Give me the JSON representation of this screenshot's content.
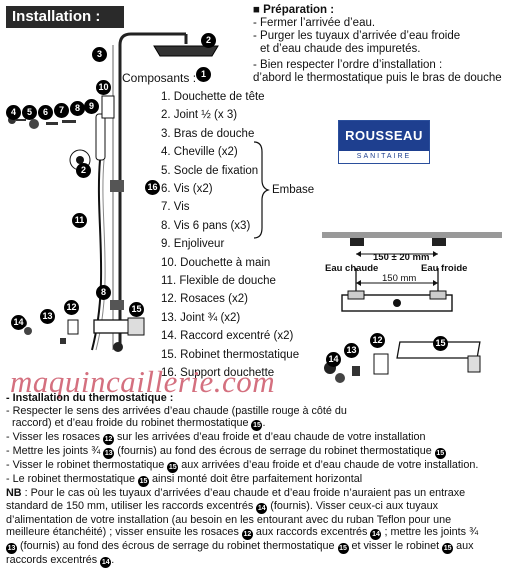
{
  "header": {
    "title": "Installation :"
  },
  "preparation": {
    "title": "Préparation :",
    "lines": [
      "- Fermer l’arrivée d’eau.",
      "- Purger les tuyaux d’arrivée d’eau froide",
      "  et d’eau chaude des impuretés.",
      "- Bien respecter l’ordre d’installation :",
      "d’abord le thermostatique puis le bras de douche"
    ]
  },
  "components": {
    "title": "Composants :",
    "items": [
      "1. Douchette de tête",
      "2. Joint ½ (x 3)",
      "3. Bras de douche",
      "4. Cheville (x2)",
      "5. Socle de fixation",
      "6. Vis (x2)",
      "7. Vis",
      "8. Vis 6 pans (x3)",
      "9. Enjoliveur",
      "10. Douchette à main",
      "11. Flexible de douche",
      "12. Rosaces (x2)",
      "13. Joint ¾ (x2)",
      "14. Raccord excentré (x2)",
      "15. Robinet thermostatique",
      "16. Support douchette"
    ],
    "group_label": "Embase"
  },
  "logo": {
    "brand": "ROUSSEAU",
    "sub": "SANITAIRE"
  },
  "diagram": {
    "spacing_top": "150 ± 20 mm",
    "hot_label": "Eau chaude",
    "cold_label": "Eau froide",
    "spacing_bottom": "150 mm",
    "callouts": [
      "1",
      "2",
      "3",
      "4",
      "5",
      "6",
      "7",
      "8",
      "9",
      "10",
      "11",
      "12",
      "13",
      "14",
      "15",
      "16"
    ]
  },
  "watermark": "maquincaillerie.com",
  "installation": {
    "title": "- Installation du thermostatique :",
    "lines": [
      [
        "- Respecter le sens des arrivées d’eau chaude (pastille rouge à côté du"
      ],
      [
        "  raccord) et d’eau froide du robinet thermostatique ",
        {
          "n": "15"
        },
        "."
      ],
      [
        "- Visser les rosaces ",
        {
          "n": "12"
        },
        " sur les arrivées d’eau froide et d’eau chaude de votre installation"
      ],
      [
        "- Mettre les joints ¾ ",
        {
          "n": "13"
        },
        " (fournis) au fond des écrous de serrage du robinet thermostatique ",
        {
          "n": "15"
        }
      ],
      [
        "- Visser le robinet thermostatique ",
        {
          "n": "15"
        },
        " aux arrivées d’eau froide et d’eau  chaude de votre installation."
      ],
      [
        "- Le robinet thermostatique ",
        {
          "n": "15"
        },
        " ainsi monté doit être parfaitement horizontal"
      ],
      [
        {
          "b": "NB"
        },
        " : Pour le cas où les tuyaux d’arrivées d’eau chaude et d’eau froide n’auraient pas un entraxe"
      ],
      [
        "standard de 150 mm, utiliser les raccords excentrés ",
        {
          "n": "14"
        },
        " (fournis). Visser ceux-ci aux tuyaux"
      ],
      [
        "d’alimentation de votre installation (au besoin en les entourant avec du ruban Teflon pour une"
      ],
      [
        "meilleure étanchéité) ; visser ensuite les rosaces ",
        {
          "n": "12"
        },
        " aux raccords excentrés ",
        {
          "n": "14"
        },
        " ; mettre les joints ¾"
      ],
      [
        {
          "n": "13"
        },
        " (fournis) au fond des écrous de serrage du robinet thermostatique ",
        {
          "n": "15"
        },
        " et visser le robinet ",
        {
          "n": "15"
        },
        " aux"
      ],
      [
        "raccords excentrés ",
        {
          "n": "14"
        },
        "."
      ]
    ]
  }
}
